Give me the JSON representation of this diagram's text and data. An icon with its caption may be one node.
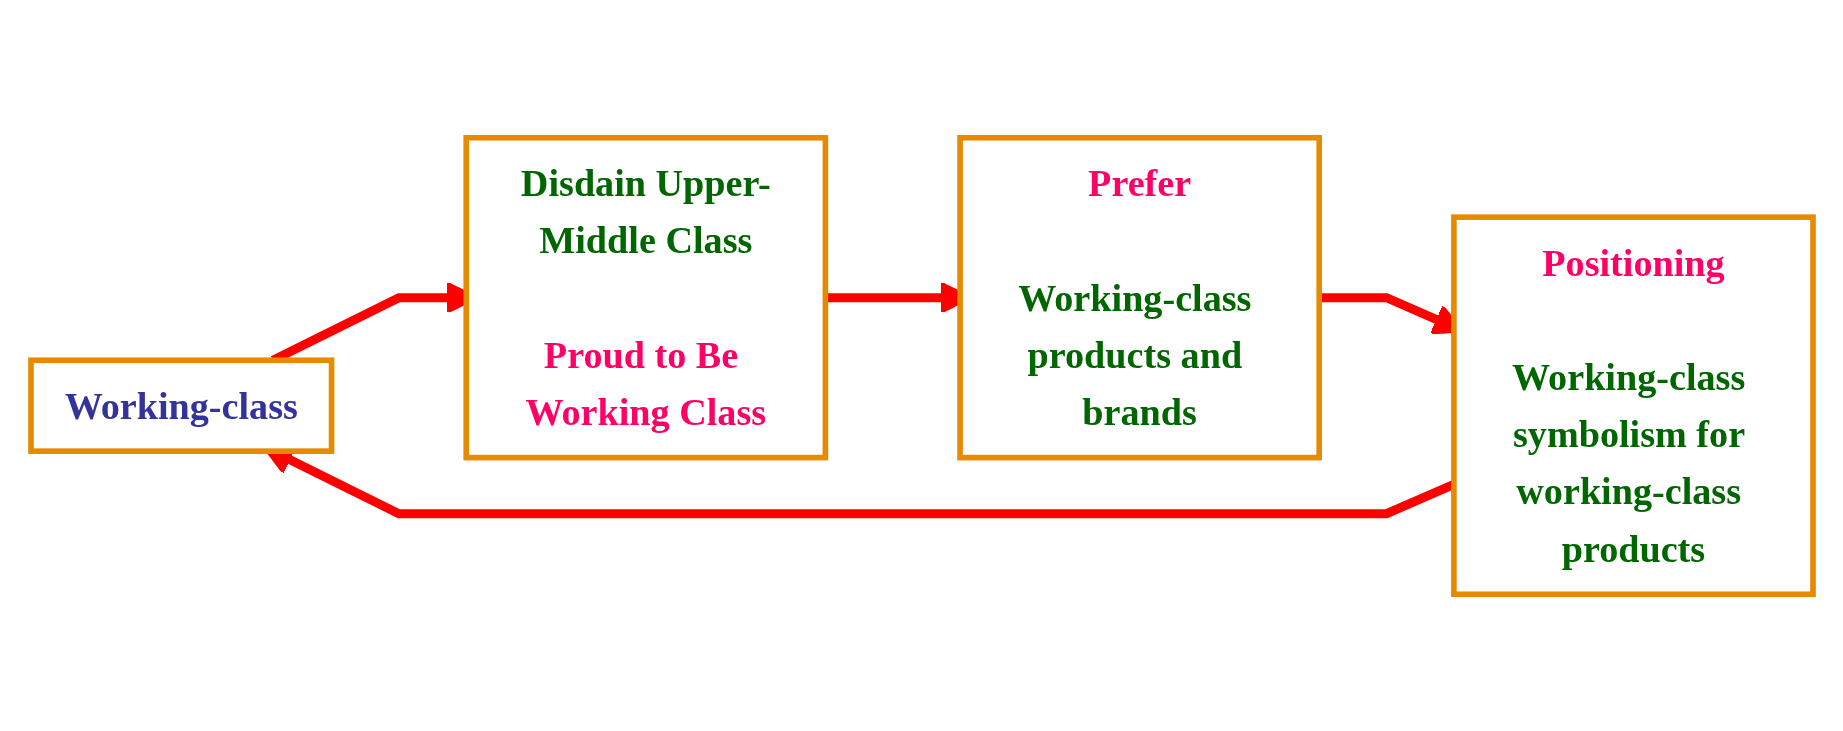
{
  "diagram": {
    "nodes": [
      {
        "text": [
          "Working-class"
        ]
      },
      {
        "text": [
          "Disdain Upper-Middle Class",
          "Proud to Be Working Class"
        ]
      },
      {
        "text": [
          "Prefer",
          "Working-class products and brands"
        ]
      },
      {
        "text": [
          "Positioning",
          "Working-class symbolism for working-class products"
        ]
      }
    ],
    "edges": [
      {
        "from": 0,
        "to": 1,
        "arrow": "to"
      },
      {
        "from": 1,
        "to": 2,
        "arrow": "to"
      },
      {
        "from": 2,
        "to": 3,
        "arrow": "to"
      },
      {
        "from": 3,
        "to": 0,
        "arrow": "to"
      }
    ]
  }
}
